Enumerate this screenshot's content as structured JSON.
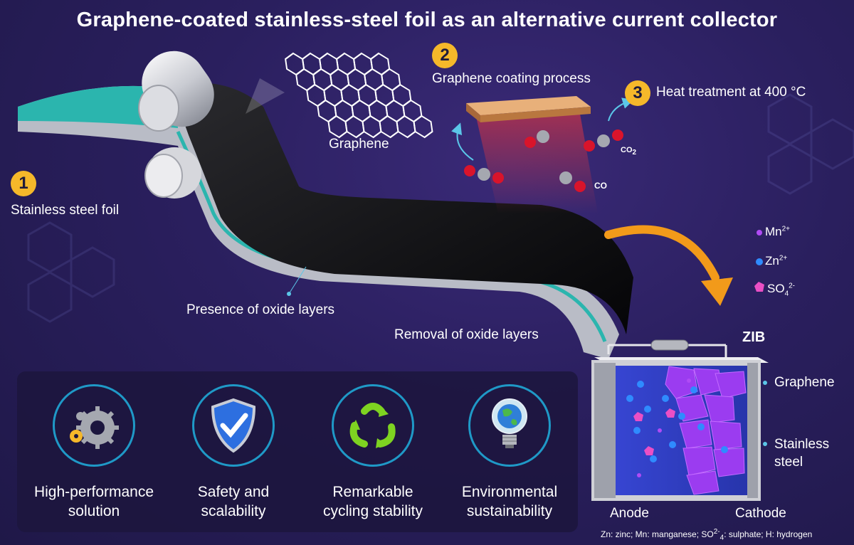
{
  "title": "Graphene-coated stainless-steel foil as an alternative current collector",
  "steps": [
    {
      "number": "1",
      "label": "Stainless steel foil"
    },
    {
      "number": "2",
      "label": "Graphene coating process"
    },
    {
      "number": "3",
      "label": "Heat treatment at 400 °C"
    }
  ],
  "labels": {
    "graphene": "Graphene",
    "oxide_presence": "Presence of oxide layers",
    "oxide_removal": "Removal of oxide layers",
    "co": "CO",
    "co2_base": "CO",
    "co2_sub": "2"
  },
  "ions": [
    {
      "base": "Mn",
      "sup": "2+",
      "sub": ""
    },
    {
      "base": "Zn",
      "sup": "2+",
      "sub": ""
    },
    {
      "base": "SO",
      "sup": "2-",
      "sub": "4"
    }
  ],
  "battery": {
    "title": "ZIB",
    "graphene": "Graphene",
    "steel_line1": "Stainless",
    "steel_line2": "steel",
    "anode": "Anode",
    "cathode": "Cathode"
  },
  "features": [
    {
      "line1": "High-performance",
      "line2": "solution",
      "icon": "gears-icon"
    },
    {
      "line1": "Safety and",
      "line2": "scalability",
      "icon": "shield-check-icon"
    },
    {
      "line1": "Remarkable",
      "line2": "cycling stability",
      "icon": "recycle-icon"
    },
    {
      "line1": "Environmental",
      "line2": "sustainability",
      "icon": "globe-bulb-icon"
    }
  ],
  "footnote": {
    "part1": "Zn: zinc; Mn: manganese; SO",
    "sup": "2-",
    "sub": "4",
    "part2": ": sulphate; H: hydrogen"
  },
  "colors": {
    "background": "#2a1f5e",
    "badge": "#f5b82a",
    "teal": "#2bb5ae",
    "arrow_orange": "#f29a1a",
    "crystal_purple": "#9b3cf0",
    "feature_ring": "#1f99c7"
  }
}
